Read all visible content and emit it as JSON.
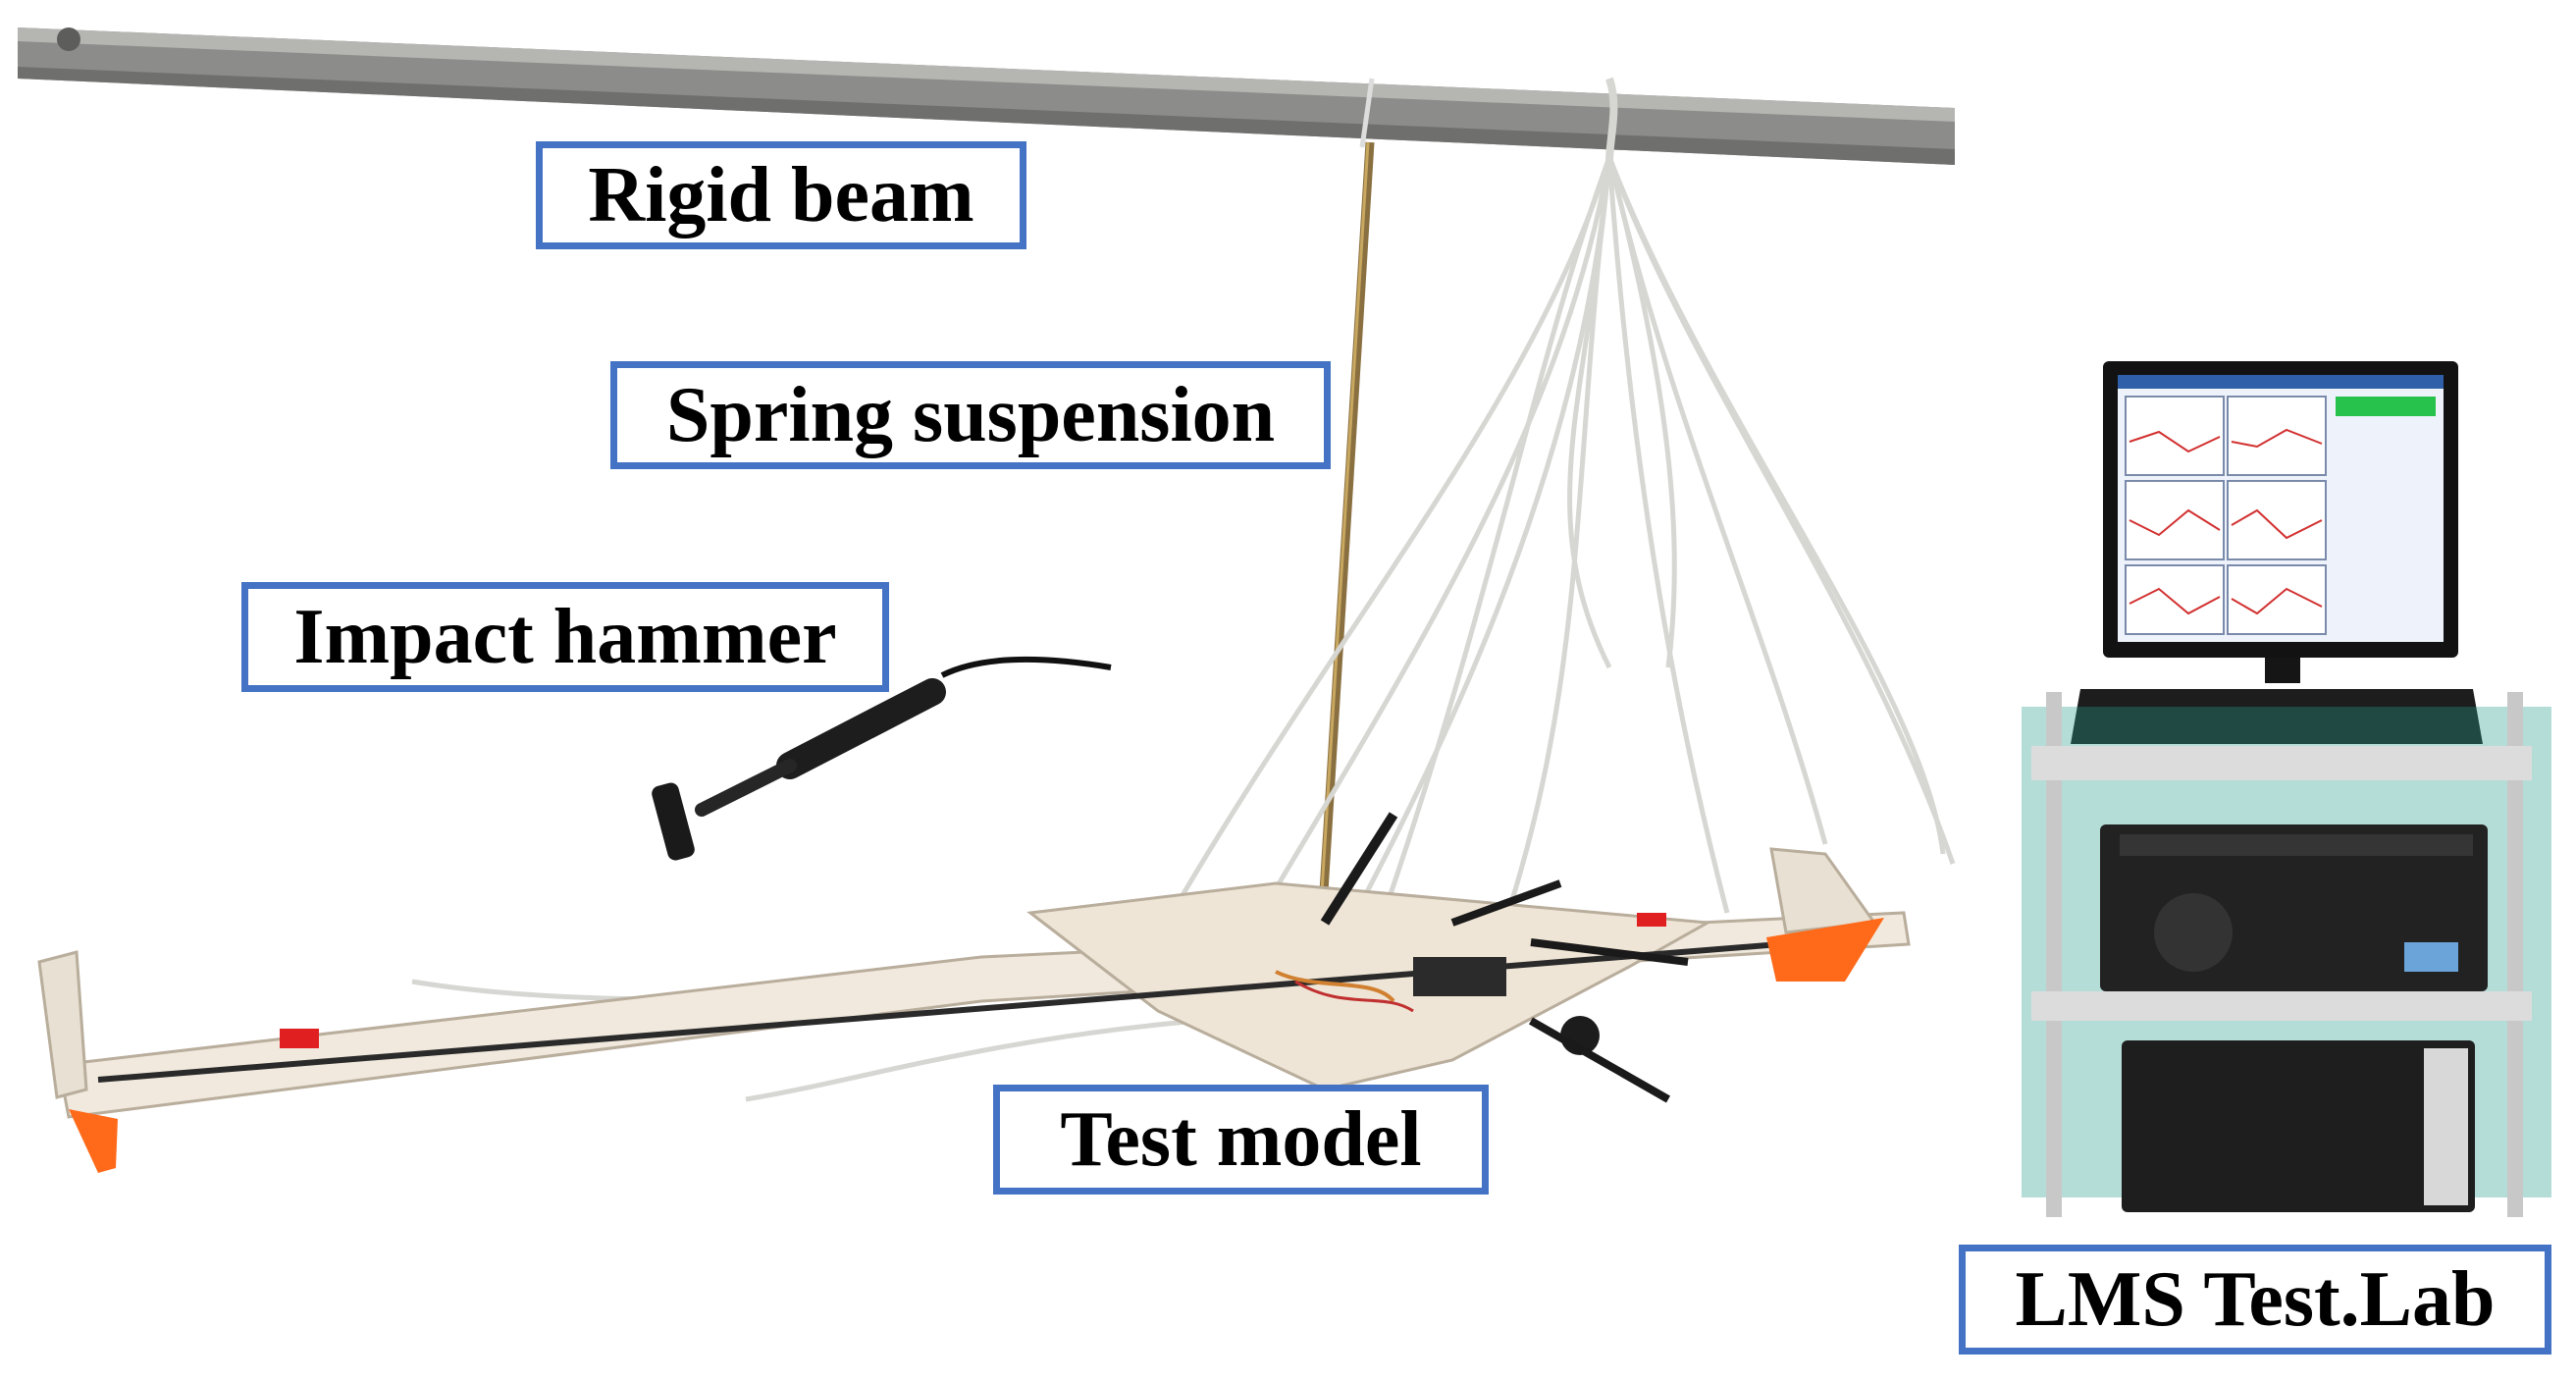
{
  "labels": {
    "rigid_beam": "Rigid beam",
    "spring_suspension": "Spring suspension",
    "impact_hammer": "Impact hammer",
    "test_model": "Test model",
    "lms": "LMS Test.Lab"
  },
  "colors": {
    "label_border": "#4472c4",
    "beam": "#8a8a88",
    "model_body": "#f1e9dd",
    "fin_orange": "#ff6a1a",
    "cart_frame": "#2a9d8f",
    "screen_bg": "#eef3fb"
  }
}
